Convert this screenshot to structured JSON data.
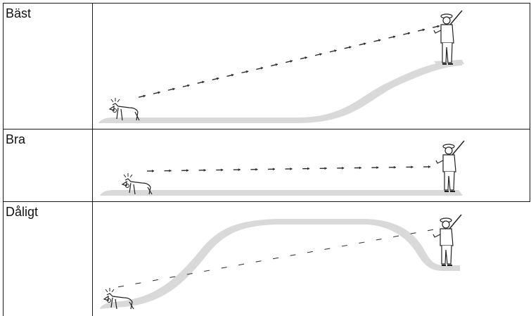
{
  "rows": [
    {
      "label": "Bäst"
    },
    {
      "label": "Bra"
    },
    {
      "label": "Dåligt"
    }
  ],
  "colors": {
    "ground": "#d9d9d9",
    "arrow": "#2a2a2a",
    "border": "#1a1a1a"
  }
}
